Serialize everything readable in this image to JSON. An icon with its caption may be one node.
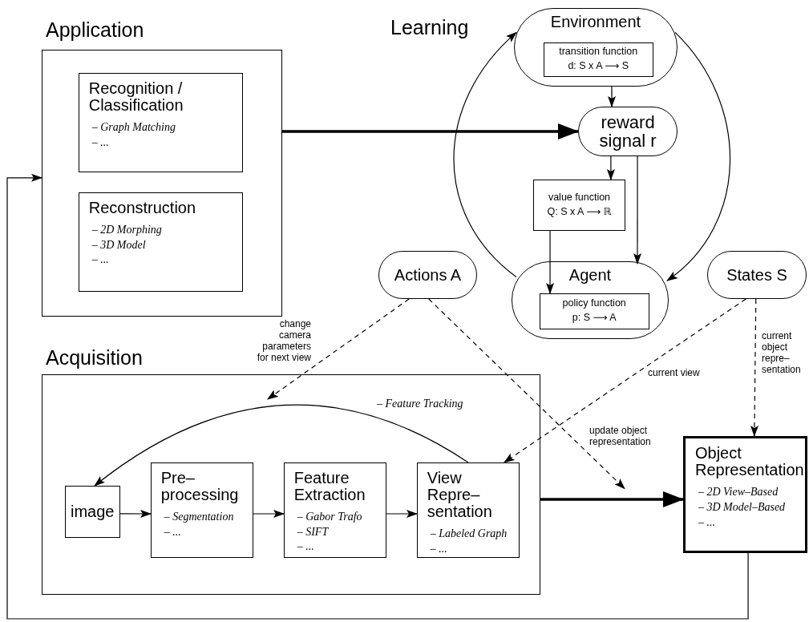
{
  "diagram": {
    "nodes": [
      {
        "text": [
          "Application"
        ]
      },
      {
        "text": [
          "Recognition / Classification",
          "– Graph Matching",
          "– ..."
        ],
        "in": 0
      },
      {
        "text": [
          "Reconstruction",
          "– 2D Morphing",
          "– 3D Model",
          "– ..."
        ],
        "in": 0
      },
      {
        "text": [
          "Environment"
        ]
      },
      {
        "text": [
          "transition function",
          "d: S x A ⟶ S"
        ],
        "in": 3
      },
      {
        "text": [
          "reward signal r"
        ]
      },
      {
        "text": [
          "value function",
          "Q: S x A ⟶ ℝ"
        ]
      },
      {
        "text": [
          "Agent"
        ]
      },
      {
        "text": [
          "policy function",
          "p: S ⟶ A"
        ],
        "in": 7
      },
      {
        "text": [
          "Actions A"
        ]
      },
      {
        "text": [
          "States S"
        ]
      },
      {
        "text": [
          "Acquisition"
        ]
      },
      {
        "text": [
          "image"
        ],
        "in": 11
      },
      {
        "text": [
          "Pre– processing",
          "– Segmentation",
          "– ..."
        ],
        "in": 11
      },
      {
        "text": [
          "Feature Extraction",
          "– Gabor Trafo",
          "– SIFT",
          "– ..."
        ],
        "in": 11
      },
      {
        "text": [
          "View Repre– sentation",
          "– Labeled Graph",
          "– ..."
        ],
        "in": 11
      },
      {
        "text": [
          "Object Representation",
          "– 2D View–Based",
          "– 3D Model–Based",
          "– ..."
        ]
      }
    ],
    "edges": [
      {
        "from": 0,
        "to": 5,
        "arrow": "to",
        "style": "thick"
      },
      {
        "from": 3,
        "to": 5,
        "arrow": "to"
      },
      {
        "from": 5,
        "to": 6,
        "arrow": "to"
      },
      {
        "from": 5,
        "to": 7,
        "arrow": "to"
      },
      {
        "from": 6,
        "to": 8,
        "arrow": "to"
      },
      {
        "from": 7,
        "to": 3,
        "arrow": "to"
      },
      {
        "from": 3,
        "to": 7,
        "arrow": "to"
      },
      {
        "from": 9,
        "to": 11,
        "arrow": "to",
        "style": "dashed",
        "label": "change camera parameters for next view"
      },
      {
        "from": 9,
        "to": 16,
        "arrow": "to",
        "style": "dashed",
        "label": "update object representation"
      },
      {
        "from": 10,
        "to": 15,
        "arrow": "to",
        "style": "dashed",
        "label": "current view"
      },
      {
        "from": 10,
        "to": 16,
        "arrow": "to",
        "style": "dashed",
        "label": "current object repre– sentation"
      },
      {
        "from": 11,
        "to": 16,
        "arrow": "to",
        "style": "thick"
      },
      {
        "from": 15,
        "to": 12,
        "arrow": "to",
        "label": "– Feature Tracking"
      },
      {
        "from": 12,
        "to": 13,
        "arrow": "to"
      },
      {
        "from": 13,
        "to": 14,
        "arrow": "to"
      },
      {
        "from": 14,
        "to": 15,
        "arrow": "to"
      },
      {
        "from": 16,
        "to": 0,
        "arrow": "to"
      }
    ],
    "labels": [
      "Learning"
    ]
  }
}
